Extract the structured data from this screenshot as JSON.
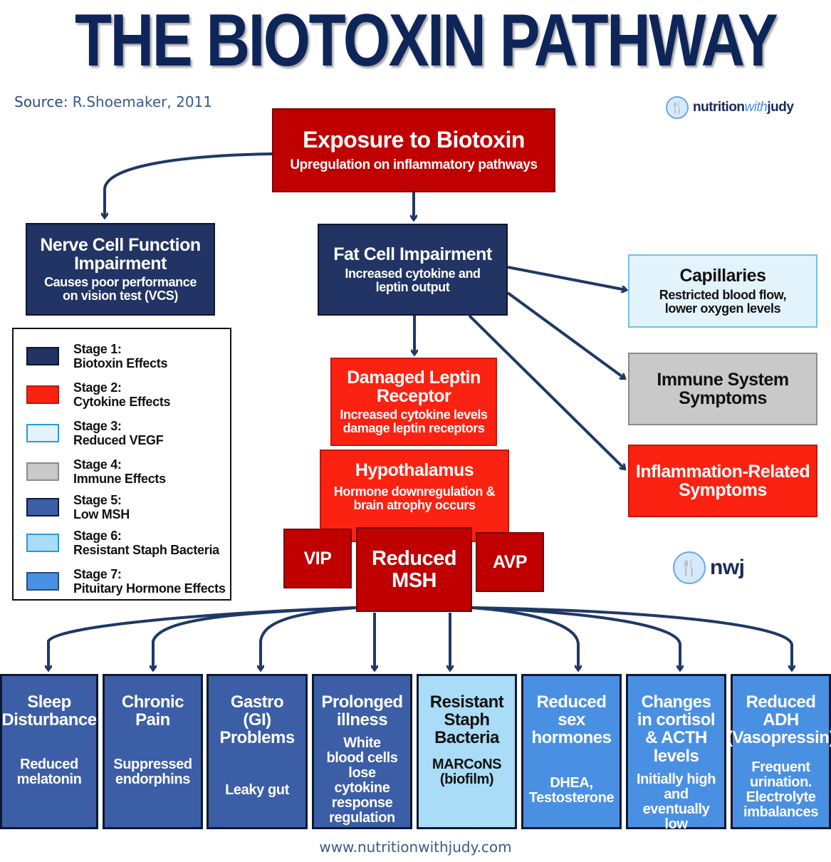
{
  "header": {
    "title": "THE BIOTOXIN PATHWAY",
    "source_label": "Source:",
    "source_value": " R.Shoemaker, 2011",
    "brand_prefix": "nutrition",
    "brand_with": "with",
    "brand_suffix": "judy",
    "brand_short": "nwj"
  },
  "colors": {
    "stage1": "#213463",
    "stage2": "#fb2212",
    "stage2_dark": "#c00000",
    "stage3": "#e3f3fb",
    "stage4": "#c9c9c9",
    "stage5": "#3c5ea6",
    "stage6": "#a9dcf7",
    "stage7": "#4a90e2",
    "arrow": "#1f3866",
    "title": "#0e2559"
  },
  "nodes": {
    "exposure": {
      "title": "Exposure to Biotoxin",
      "sub": "Upregulation on inflammatory pathways"
    },
    "nerve": {
      "title": "Nerve Cell Function Impairment",
      "sub": "Causes poor performance on vision test (VCS)"
    },
    "fat": {
      "title": "Fat Cell Impairment",
      "sub": "Increased cytokine and leptin output"
    },
    "capillaries": {
      "title": "Capillaries",
      "sub": "Restricted blood flow, lower oxygen levels"
    },
    "immune": {
      "title": "Immune System Symptoms"
    },
    "inflammation": {
      "title": "Inflammation-Related Symptoms"
    },
    "leptin": {
      "title": "Damaged Leptin Receptor",
      "sub": "Increased cytokine levels damage leptin receptors"
    },
    "hypothalamus": {
      "title": "Hypothalamus",
      "sub": "Hormone downregulation & brain atrophy occurs"
    },
    "vip": {
      "title": "VIP"
    },
    "msh": {
      "title": "Reduced MSH"
    },
    "avp": {
      "title": "AVP"
    }
  },
  "legend": [
    {
      "stage": "Stage 1:",
      "label": "Biotoxin Effects"
    },
    {
      "stage": "Stage 2:",
      "label": "Cytokine Effects"
    },
    {
      "stage": "Stage 3:",
      "label": "Reduced VEGF"
    },
    {
      "stage": "Stage 4:",
      "label": "Immune Effects"
    },
    {
      "stage": "Stage 5:",
      "label": "Low MSH"
    },
    {
      "stage": "Stage 6:",
      "label": "Resistant Staph Bacteria"
    },
    {
      "stage": "Stage 7:",
      "label": "Pituitary Hormone Effects"
    }
  ],
  "outcomes": [
    {
      "title": "Sleep Disturbance",
      "sub": "Reduced melatonin"
    },
    {
      "title": "Chronic Pain",
      "sub": "Suppressed endorphins"
    },
    {
      "title": "Gastro  (GI) Problems",
      "sub": "Leaky gut"
    },
    {
      "title": "Prolonged illness",
      "sub": "White blood cells lose cytokine response regulation"
    },
    {
      "title": "Resistant Staph Bacteria",
      "sub": "MARCoNS (biofilm)"
    },
    {
      "title": "Reduced sex hormones",
      "sub": "DHEA, Testosterone"
    },
    {
      "title": "Changes in cortisol & ACTH levels",
      "sub": "Initially high and eventually low"
    },
    {
      "title": "Reduced ADH (Vasopressin)",
      "sub": "Frequent urination. Electrolyte imbalances"
    }
  ],
  "footer": {
    "url": "www.nutritionwithjudy.com"
  }
}
